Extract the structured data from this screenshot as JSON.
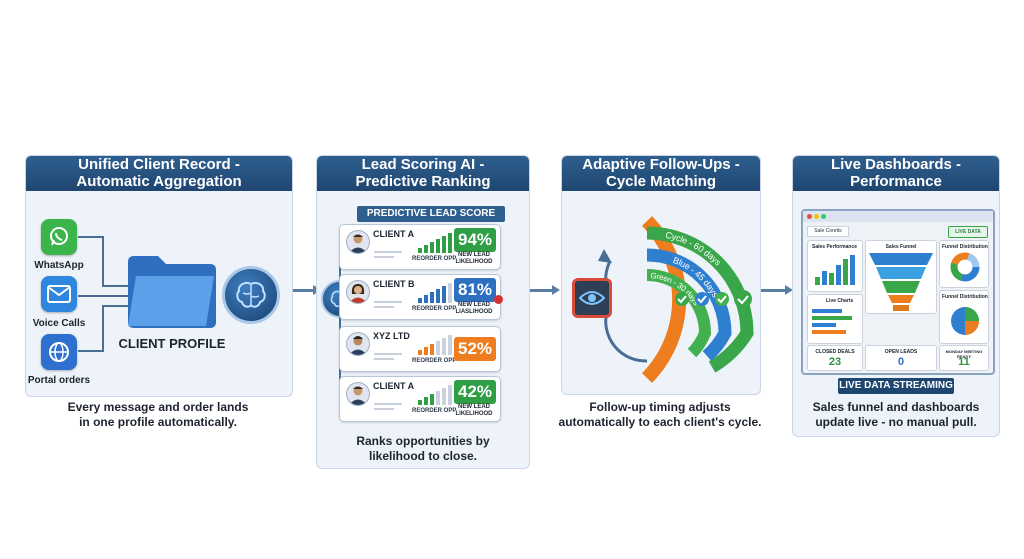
{
  "panels": [
    {
      "title_line1": "Unified Client Record -",
      "title_line2": "Automatic Aggregation",
      "caption_line1": "Every message and order lands",
      "caption_line2": "in one profile automatically.",
      "channels": [
        "WhatsApp",
        "Voice Calls",
        "Portal orders"
      ],
      "profile_label": "CLIENT PROFILE"
    },
    {
      "title_line1": "Lead Scoring AI -",
      "title_line2": "Predictive Ranking",
      "banner": "PREDICTIVE LEAD SCORE",
      "caption_line1": "Ranks opportunities by",
      "caption_line2": "likelihood to close.",
      "leads": [
        {
          "name": "CLIENT A",
          "score": "94%",
          "sub": "REORDER OPP",
          "note_line1": "NEW LEAD",
          "note_line2": "LIKELIHOOD",
          "color": "#2f9e44",
          "fraction": 0.94
        },
        {
          "name": "CLIENT B",
          "score": "81%",
          "sub": "REORDER OPP",
          "note_line1": "NEW LEAD",
          "note_line2": "LIASLIHOOD",
          "color": "#2f6fc0",
          "fraction": 0.81
        },
        {
          "name": "XYZ LTD",
          "score": "52%",
          "sub": "REORDER OPP",
          "note_line1": "",
          "note_line2": "",
          "color": "#ee7d1f",
          "fraction": 0.52
        },
        {
          "name": "CLIENT A",
          "score": "42%",
          "sub": "REORDER OPP",
          "note_line1": "NEW LEAD",
          "note_line2": "LIKELIHOOD",
          "color": "#2f9e44",
          "fraction": 0.42
        }
      ]
    },
    {
      "title_line1": "Adaptive Follow-Ups -",
      "title_line2": "Cycle Matching",
      "arcs": [
        {
          "label": "Cycle - 60 days",
          "color": "#3aa64a"
        },
        {
          "label": "Blue - 45 days",
          "color": "#2f7fd1"
        },
        {
          "label": "Green - 30 days",
          "color": "#43b04f"
        }
      ],
      "outer_arc_color": "#ee7d1f",
      "caption_line1": "Follow-up timing adjusts",
      "caption_line2": "automatically to each client's cycle."
    },
    {
      "title_line1": "Live Dashboards -",
      "title_line2": "Performance",
      "tab": "Sale Coretts",
      "live_badge": "LIVE DATA",
      "widgets": {
        "sales_performance": "Sales Performance",
        "sales_funnel": "Sales Funnel",
        "funnel_distribution_top": "Funnel Distribution",
        "live_charts": "Live Charts",
        "funnel_distribution_bottom": "Funnel Distribution"
      },
      "kpis": [
        {
          "label": "CLOSED DEALS",
          "value": "23"
        },
        {
          "label": "OPEN LEADS",
          "value": "0"
        },
        {
          "label": "MONDAY MEETING READY",
          "value": "11"
        }
      ],
      "stream_label": "LIVE DATA STREAMING",
      "caption_line1": "Sales funnel and dashboards",
      "caption_line2": "update live - no manual pull."
    }
  ],
  "colors": {
    "header": "#1f4670",
    "flow_arrow": "#5a7da3",
    "whatsapp": "#3bb54a",
    "voice": "#2e86de",
    "portal": "#2e6fd0"
  }
}
